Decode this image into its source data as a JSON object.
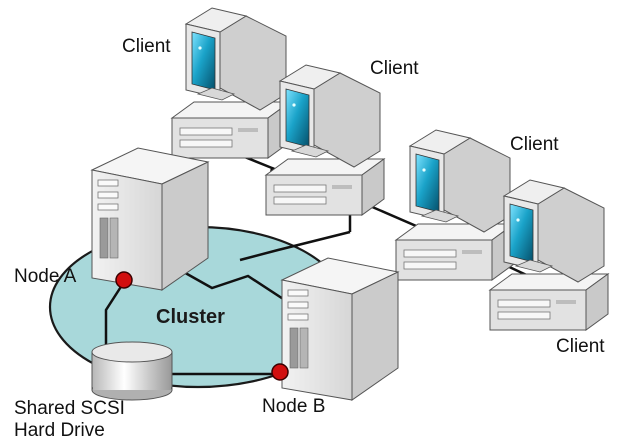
{
  "labels": {
    "client1": "Client",
    "client2": "Client",
    "client3": "Client",
    "client4": "Client",
    "node_a": "Node A",
    "node_b": "Node B",
    "cluster": "Cluster",
    "shared_drive_line1": "Shared SCSI",
    "shared_drive_line2": "Hard Drive"
  },
  "colors": {
    "cluster_fill": "#a8d8da",
    "cluster_stroke": "#1a1a1a",
    "connection_line": "#111111",
    "node_dot": "#d10f0f",
    "monitor_screen": "#1aa3c9",
    "computer_body": "#e4e4e4"
  },
  "icons": {
    "client_computer": "desktop-computer-icon",
    "server": "server-tower-icon",
    "disk": "disk-cylinder-icon"
  }
}
